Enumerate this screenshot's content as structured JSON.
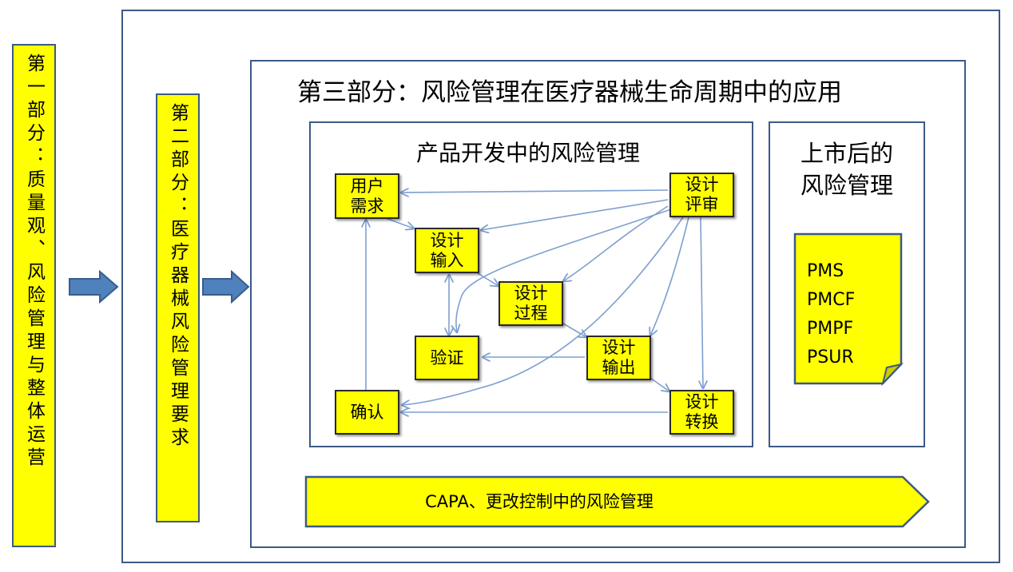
{
  "part1": "第一部分：质量观、风险管理与整体运营",
  "part2": "第二部分：医疗器械风险管理要求",
  "part3_title": "第三部分：风险管理在医疗器械生命周期中的应用",
  "dev_title": "产品开发中的风险管理",
  "post_title": [
    "上市后的",
    "风险管理"
  ],
  "nodes": {
    "user_needs": [
      "用户",
      "需求"
    ],
    "design_input": [
      "设计",
      "输入"
    ],
    "design_process": [
      "设计",
      "过程"
    ],
    "verification": "验证",
    "design_output": [
      "设计",
      "输出"
    ],
    "validation": "确认",
    "design_review": [
      "设计",
      "评审"
    ],
    "design_transfer": [
      "设计",
      "转换"
    ]
  },
  "postmarket_items": [
    "PMS",
    "PMCF",
    "PMPF",
    "PSUR"
  ],
  "capa_label": "CAPA、更改控制中的风险管理",
  "colors": {
    "accent_yellow": "#ffff00",
    "frame_border": "#3b5a86",
    "arrow_blue": "#4f81bd",
    "connector": "#7f9fcf"
  }
}
